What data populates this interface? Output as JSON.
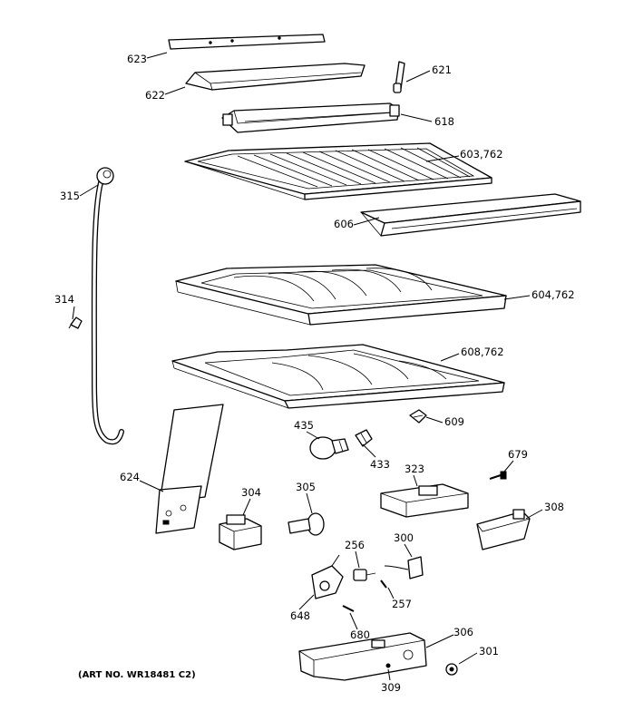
{
  "diagram": {
    "labels": {
      "p623": "623",
      "p622": "622",
      "p621": "621",
      "p618": "618",
      "p603": "603,762",
      "p315": "315",
      "p606": "606",
      "p314": "314",
      "p604": "604,762",
      "p608": "608,762",
      "p435": "435",
      "p609": "609",
      "p433": "433",
      "p679": "679",
      "p624": "624",
      "p323": "323",
      "p304": "304",
      "p305": "305",
      "p308": "308",
      "p256": "256",
      "p300": "300",
      "p257": "257",
      "p648": "648",
      "p680": "680",
      "p306": "306",
      "p301": "301",
      "p309": "309"
    },
    "caption": "(ART NO. WR18481 C2)"
  }
}
